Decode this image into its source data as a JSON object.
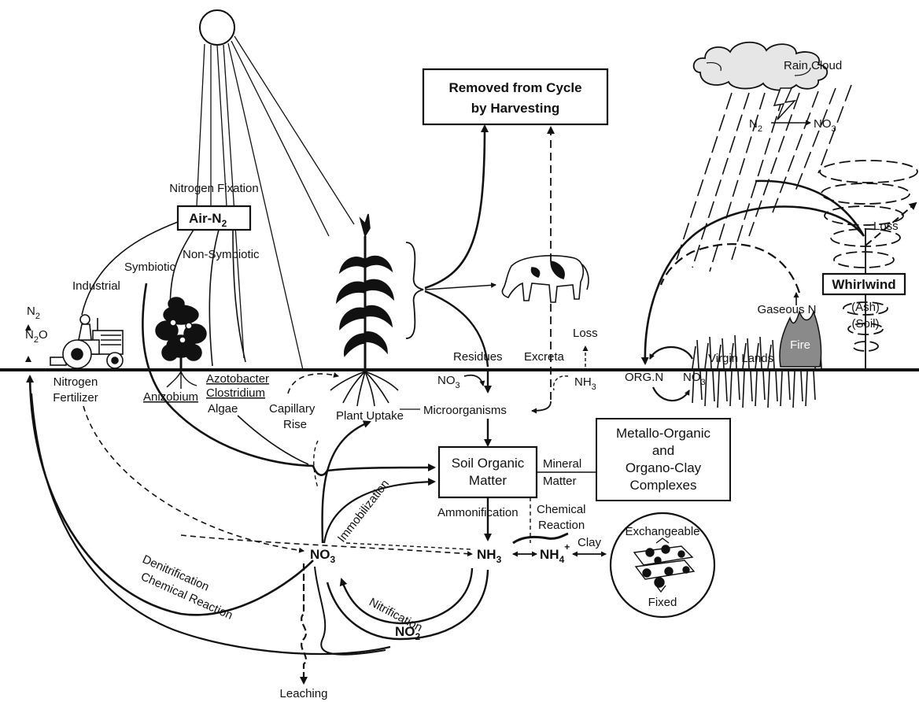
{
  "labels": {
    "removed_line1": "Removed from Cycle",
    "removed_line2": "by Harvesting",
    "rain_cloud": "Rain Cloud",
    "n2": "N",
    "n2_sub": "2",
    "no3": "NO",
    "no3_sub": "3",
    "nitrogen_fixation": "Nitrogen Fixation",
    "air_n2": "Air-N",
    "air_n2_sub": "2",
    "symbiotic": "Symbiotic",
    "non_symbiotic": "Non-Symbiotic",
    "industrial": "Industrial",
    "n2_left": "N",
    "n2o": "N",
    "n2o_tail": "O",
    "nitrogen_fertilizer_1": "Nitrogen",
    "nitrogen_fertilizer_2": "Fertilizer",
    "anizobium": "Anizobium",
    "azotobacter": "Azotobacter",
    "clostridium": "Clostridium",
    "algae": "Algae",
    "capillary_1": "Capillary",
    "capillary_2": "Rise",
    "plant_uptake": "Plant Uptake",
    "residues": "Residues",
    "excreta": "Excreta",
    "loss_nh3": "Loss",
    "nh3_top": "NH",
    "nh3_top_sub": "3",
    "microorganisms": "Microorganisms",
    "no3_soil": "NO",
    "no3_soil_sub": "3",
    "soil_om_1": "Soil Organic",
    "soil_om_2": "Matter",
    "mineral_1": "Mineral",
    "mineral_2": "Matter",
    "metallo_1": "Metallo-Organic",
    "metallo_2": "and",
    "metallo_3": "Organo-Clay",
    "metallo_4": "Complexes",
    "immobilization": "Immobilization",
    "ammonification": "Ammonification",
    "chemical_reaction_1": "Chemical",
    "chemical_reaction_2": "Reaction",
    "nh3_main": "NH",
    "nh3_main_sub": "3",
    "nh4": "NH",
    "nh4_sub": "4",
    "nh4_sup": "+",
    "clay": "Clay",
    "exchangeable": "Exchangeable",
    "fixed": "Fixed",
    "no3_main": "NO",
    "no3_main_sub": "3",
    "no2": "NO",
    "no2_sub": "2",
    "nitrification": "Nitrification",
    "denitrification": "Denitrification",
    "chemical_reaction_long": "Chemical Reaction",
    "leaching": "Leaching",
    "org_n": "ORG.N",
    "no3_right": "NO",
    "no3_right_sub": "3",
    "virgin_lands": "Virgin Lands",
    "fire": "Fire",
    "gaseous_n": "Gaseous N",
    "whirlwind": "Whirlwind",
    "loss_whirl": "Loss",
    "ash": "(Ash)",
    "soil": "(Soil)"
  },
  "colors": {
    "ink": "#111111",
    "background": "#ffffff",
    "fire_fill": "#8a8a8a",
    "cloud_fill": "#e6e6e6"
  }
}
